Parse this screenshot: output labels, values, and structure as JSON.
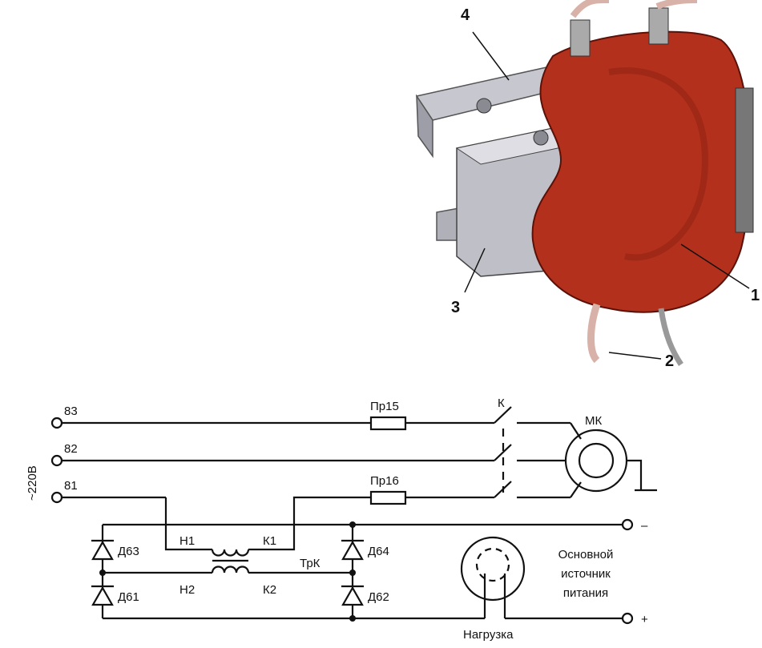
{
  "photo": {
    "callouts": [
      "1",
      "2",
      "3",
      "4"
    ],
    "colors": {
      "coil": "#b3301c",
      "steel": "#b9b9c2"
    }
  },
  "schematic": {
    "supply_voltage": "~220В",
    "terminals": [
      "83",
      "82",
      "81"
    ],
    "fuses": [
      "Пр15",
      "Пр16"
    ],
    "contactor": "К",
    "motor": "МК",
    "transformer": "ТрК",
    "winding_labels": [
      "Н1",
      "К1",
      "Н2",
      "К2"
    ],
    "diodes": [
      "Д63",
      "Д61",
      "Д64",
      "Д62"
    ],
    "load": "Нагрузка",
    "output_minus": "–",
    "output_plus": "+",
    "source_label": [
      "Основной",
      "источник",
      "питания"
    ]
  }
}
